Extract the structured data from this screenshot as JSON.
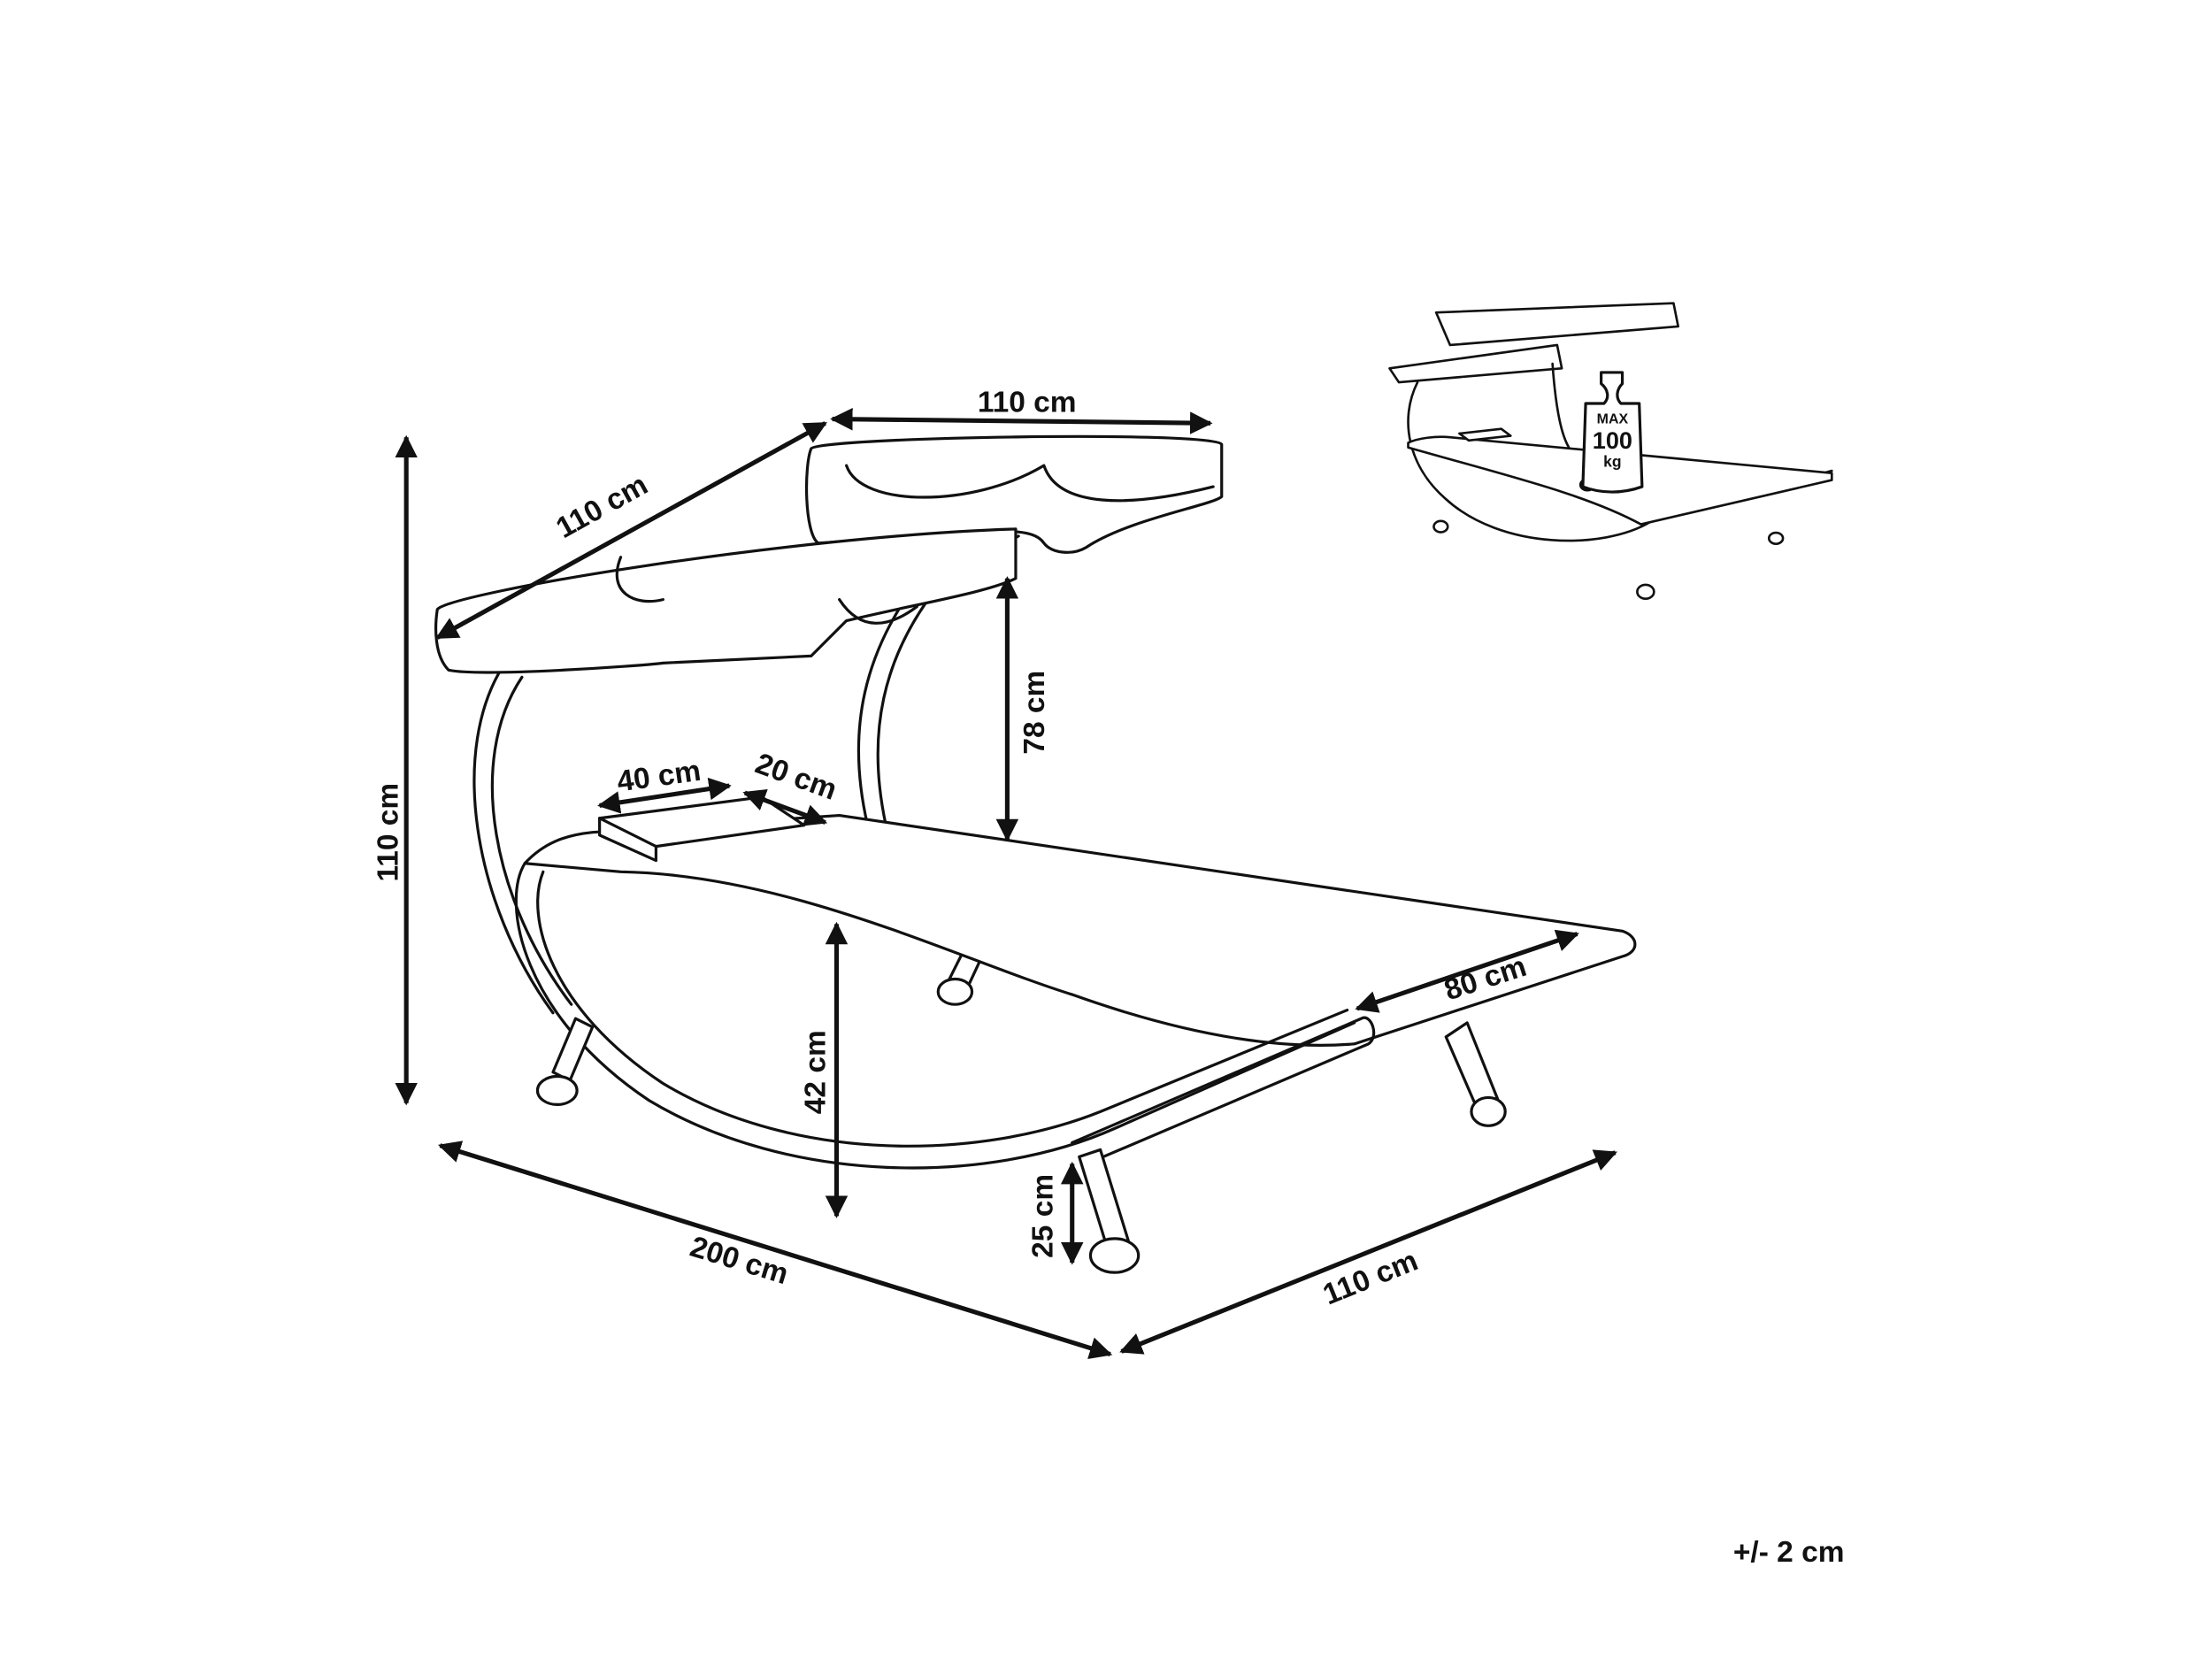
{
  "dimensions": {
    "total_height": "110 cm",
    "canopy_width": "110 cm",
    "canopy_depth": "110 cm",
    "canopy_clearance": "78 cm",
    "pillow_width": "40 cm",
    "pillow_depth": "20 cm",
    "seat_height": "42 cm",
    "bed_width": "80 cm",
    "leg_height": "25 cm",
    "length": "200 cm",
    "width": "110 cm"
  },
  "max_load": {
    "label": "MAX",
    "value": "100",
    "unit": "kg"
  },
  "tolerance": "+/- 2 cm"
}
